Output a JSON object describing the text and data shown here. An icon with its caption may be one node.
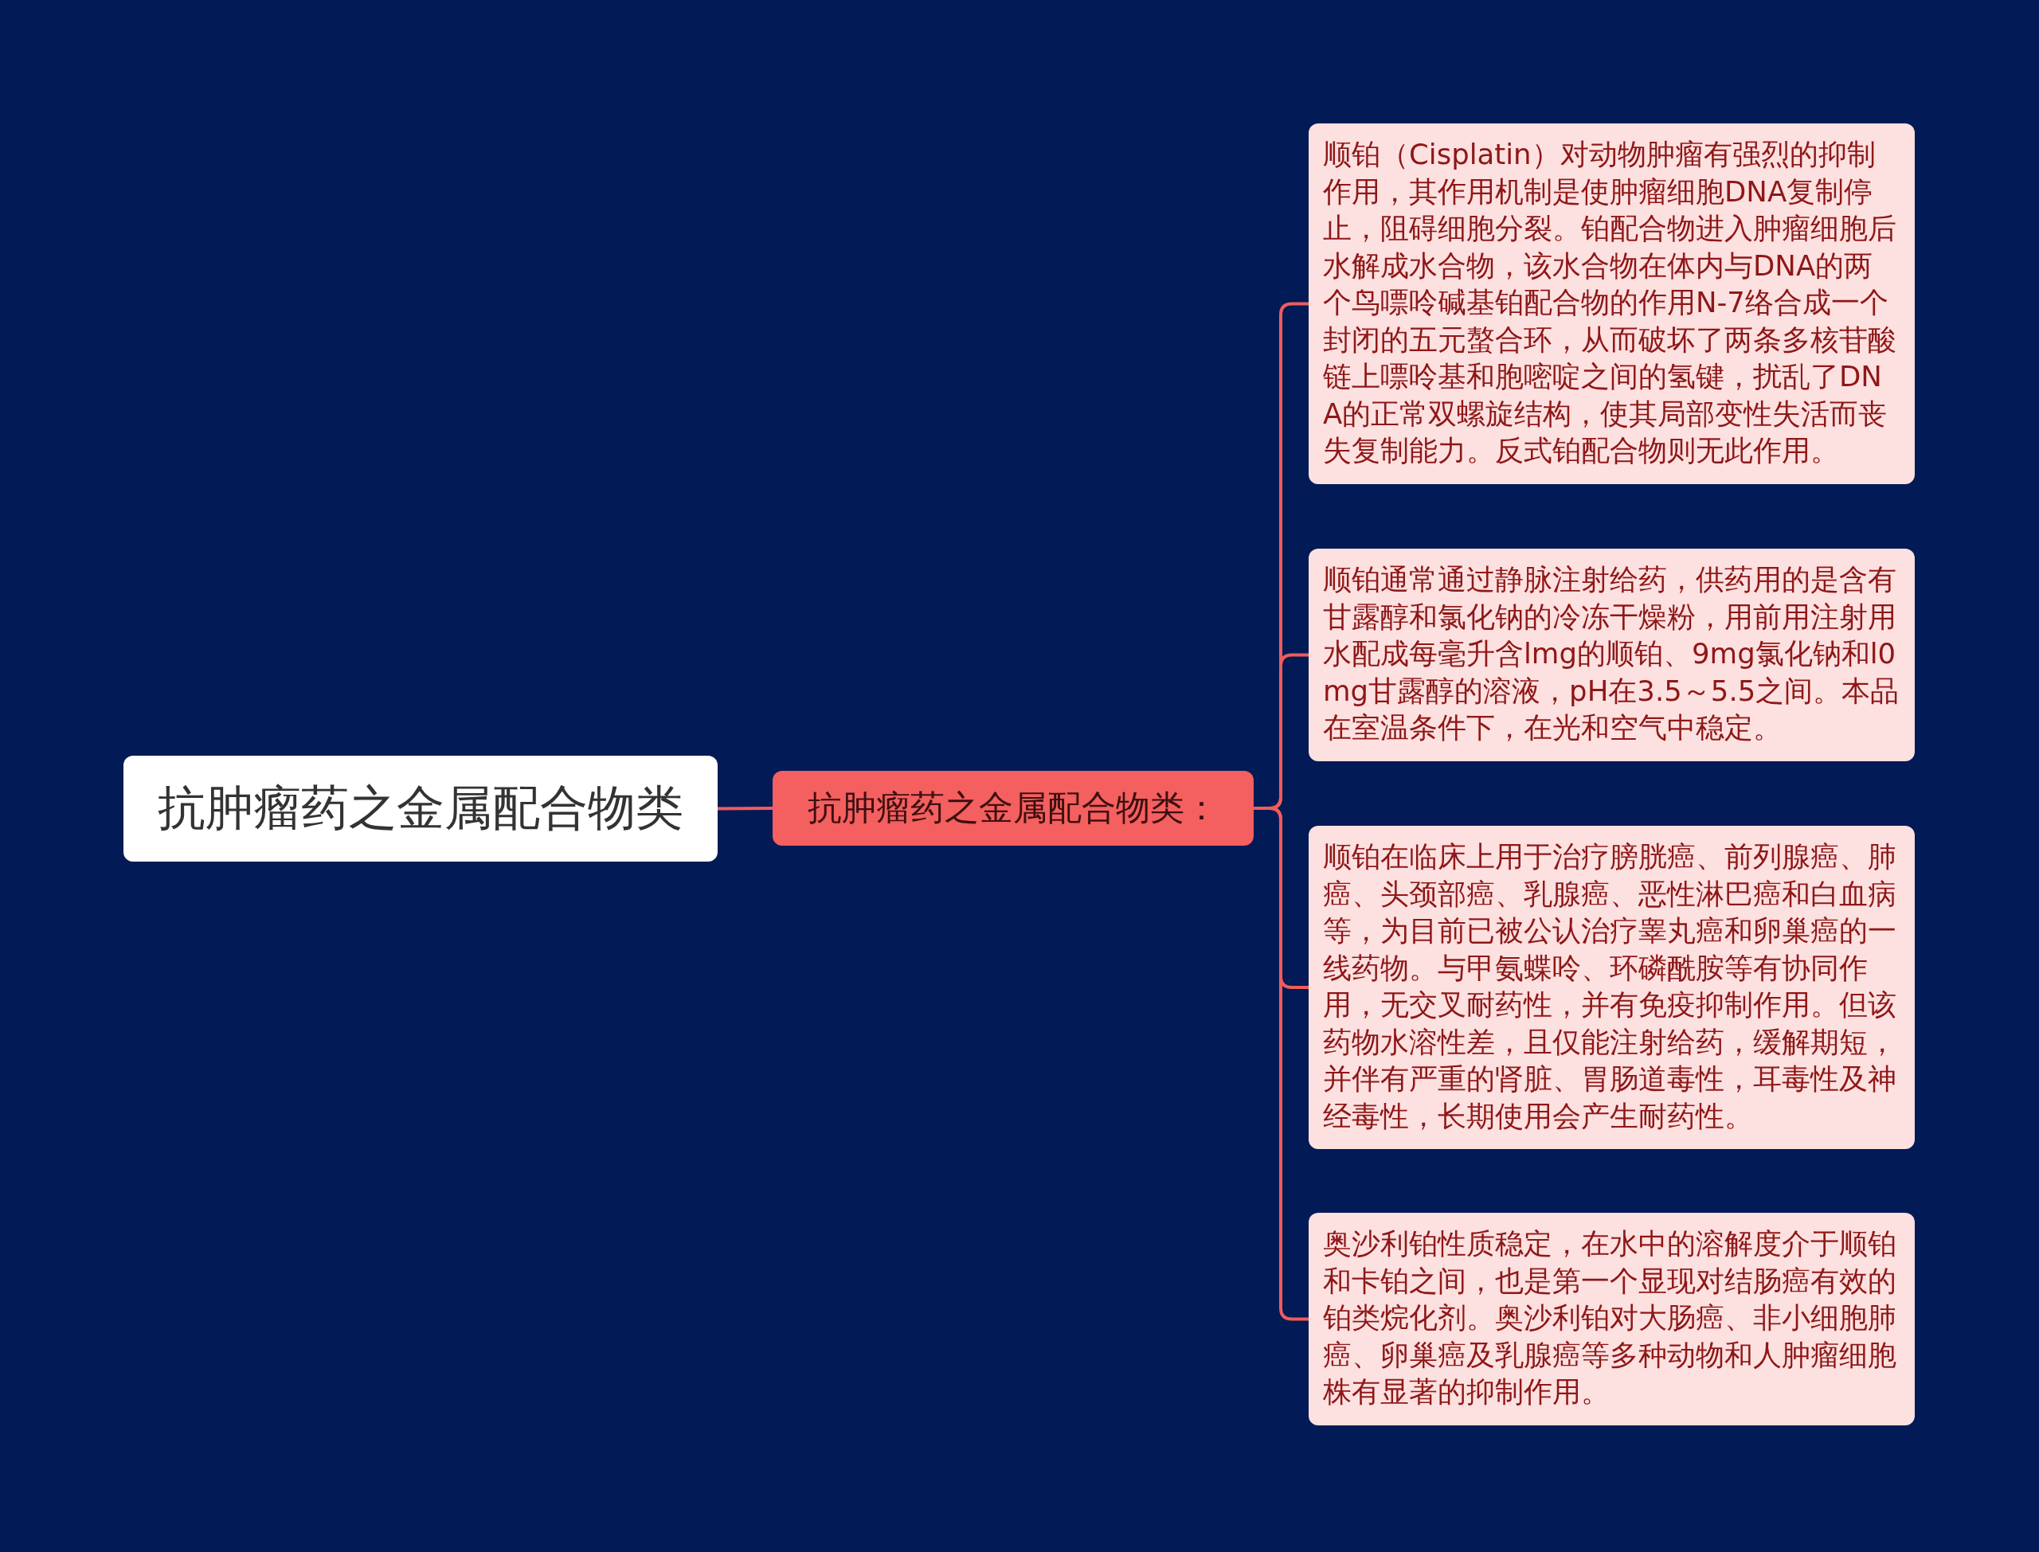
{
  "diagram": {
    "nodes": [
      {
        "text": [
          "抗肿瘤药之金属配合物类"
        ]
      },
      {
        "text": [
          "抗肿瘤药之金属配合物类："
        ]
      },
      {
        "text": [
          "顺铂（Cisplatin）对动物肿瘤有强烈的抑制作用，其作用机制是使肿瘤细胞DNA复制停止，阻碍细胞分裂。铂配合物进入肿瘤细胞后水解成水合物，该水合物在体内与DNA的两个鸟嘌呤碱基铂配合物的作用N-7络合成一个封闭的五元螯合环，从而破坏了两条多核苷酸链上嘌呤基和胞嘧啶之间的氢键，扰乱了DNA的正常双螺旋结构，使其局部变性失活而丧失复制能力。反式铂配合物则无此作用。"
        ]
      },
      {
        "text": [
          "顺铂通常通过静脉注射给药，供药用的是含有甘露醇和氯化钠的冷冻干燥粉，用前用注射用水配成每毫升含lmg的顺铂、9mg氯化钠和l0mg甘露醇的溶液，pH在3.5～5.5之间。本品在室温条件下，在光和空气中稳定。"
        ]
      },
      {
        "text": [
          "顺铂在临床上用于治疗膀胱癌、前列腺癌、肺癌、头颈部癌、乳腺癌、恶性淋巴癌和白血病等，为目前已被公认治疗睾丸癌和卵巢癌的一线药物。与甲氨蝶呤、环磷酰胺等有协同作用，无交叉耐药性，并有免疫抑制作用。但该药物水溶性差，且仅能注射给药，缓解期短，并伴有严重的肾脏、胃肠道毒性，耳毒性及神经毒性，长期使用会产生耐药性。"
        ]
      },
      {
        "text": [
          "奥沙利铂性质稳定，在水中的溶解度介于顺铂和卡铂之间，也是第一个显现对结肠癌有效的铂类烷化剂。奥沙利铂对大肠癌、非小细胞肺癌、卵巢癌及乳腺癌等多种动物和人肿瘤细胞株有显著的抑制作用。"
        ]
      }
    ],
    "edges": [
      {
        "from": 0,
        "to": 1,
        "arrow": "none"
      },
      {
        "from": 1,
        "to": 2,
        "arrow": "none"
      },
      {
        "from": 1,
        "to": 3,
        "arrow": "none"
      },
      {
        "from": 1,
        "to": 4,
        "arrow": "none"
      },
      {
        "from": 1,
        "to": 5,
        "arrow": "none"
      }
    ]
  }
}
